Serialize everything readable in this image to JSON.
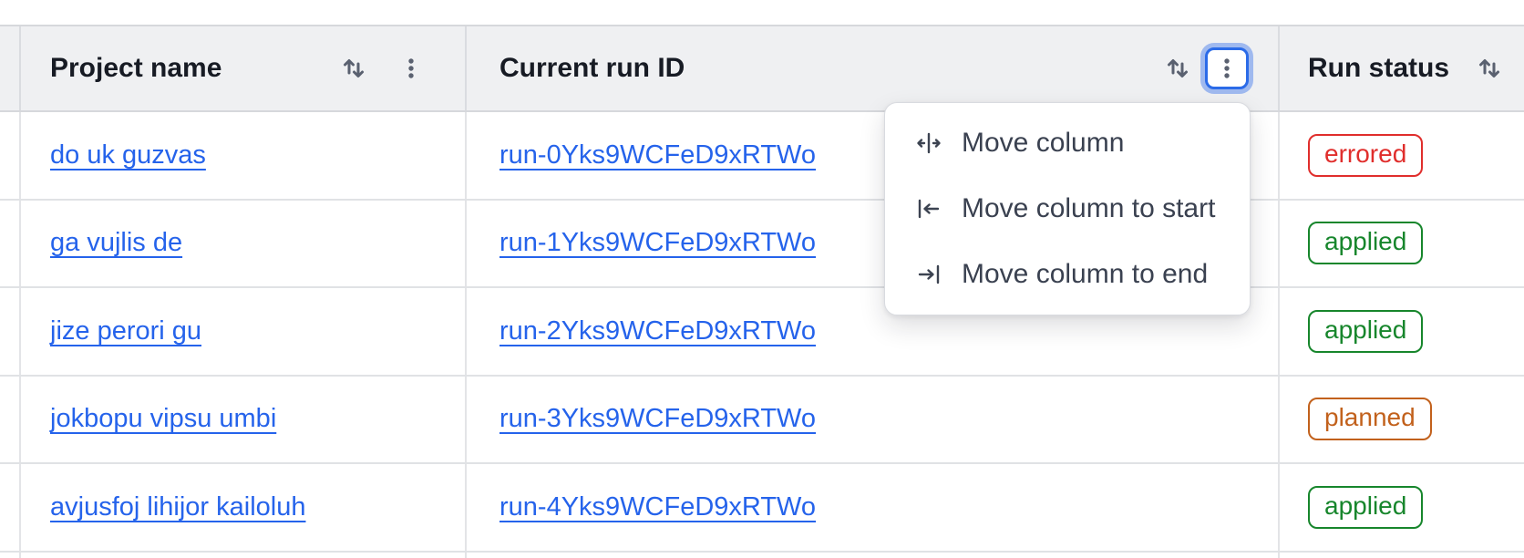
{
  "table": {
    "columns": [
      {
        "label": "Project name"
      },
      {
        "label": "Current run ID"
      },
      {
        "label": "Run status"
      }
    ],
    "rows": [
      {
        "project": "do uk guzvas",
        "run_id": "run-0Yks9WCFeD9xRTWo",
        "status": "errored"
      },
      {
        "project": "ga vujlis de",
        "run_id": "run-1Yks9WCFeD9xRTWo",
        "status": "applied"
      },
      {
        "project": "jize perori gu",
        "run_id": "run-2Yks9WCFeD9xRTWo",
        "status": "applied"
      },
      {
        "project": "jokbopu vipsu umbi",
        "run_id": "run-3Yks9WCFeD9xRTWo",
        "status": "planned"
      },
      {
        "project": "avjusfoj lihijor kailoluh",
        "run_id": "run-4Yks9WCFeD9xRTWo",
        "status": "applied"
      }
    ]
  },
  "menu": {
    "items": [
      {
        "icon": "move-column-icon",
        "label": "Move column"
      },
      {
        "icon": "move-column-start-icon",
        "label": "Move column to start"
      },
      {
        "icon": "move-column-end-icon",
        "label": "Move column to end"
      }
    ]
  },
  "icons": {
    "sort": "sort-arrows-icon",
    "kebab": "kebab-menu-icon"
  },
  "colors": {
    "link": "#2563eb",
    "header_bg": "#eff0f2",
    "border": "#dcdee2",
    "focus_ring": "#2b6be8",
    "status_errored": "#e02e2c",
    "status_applied": "#17862c",
    "status_planned": "#c2611c"
  }
}
